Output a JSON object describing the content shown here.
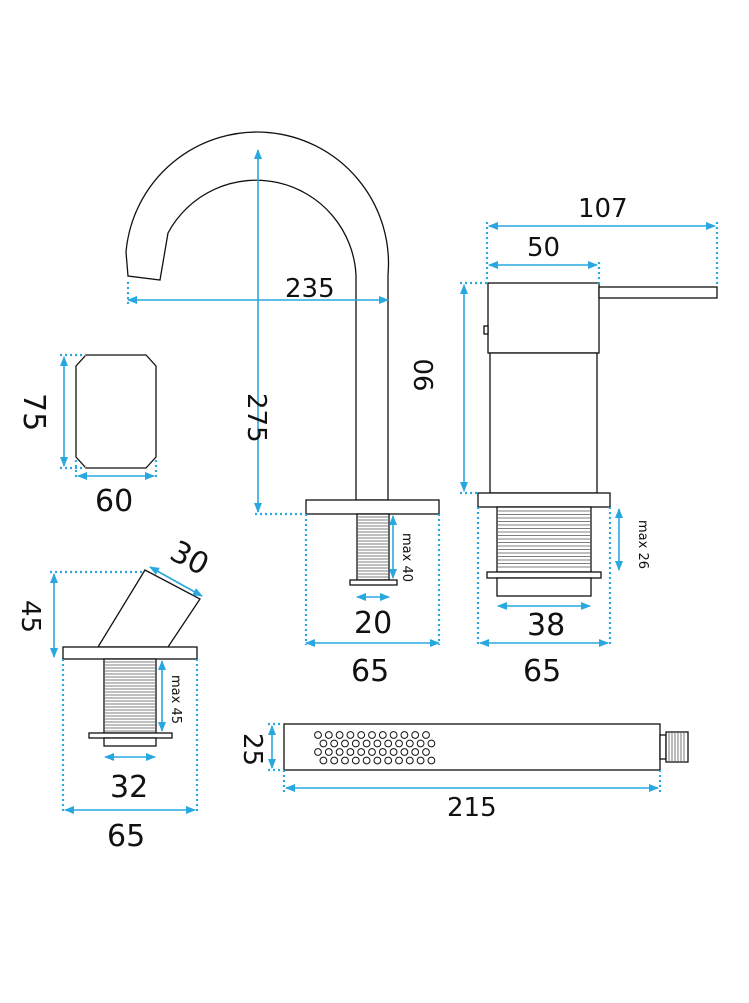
{
  "colors": {
    "dimension": "#29a8e0",
    "outline": "#111111",
    "background": "#ffffff"
  },
  "spout": {
    "reach": "235",
    "height": "275",
    "base_width": "65",
    "shank_diameter": "20",
    "max_thickness": "max 40"
  },
  "spout_section": {
    "height": "75",
    "width": "60"
  },
  "mixer": {
    "total_width": "107",
    "body_diameter": "50",
    "height": "90",
    "max_thickness": "max 26",
    "shank_diameter": "38",
    "base_width": "65"
  },
  "diverter": {
    "handle_size": "30",
    "height": "45",
    "max_thickness": "max 45",
    "shank_diameter": "32",
    "base_width": "65"
  },
  "hand_shower": {
    "diameter": "25",
    "length": "215"
  }
}
